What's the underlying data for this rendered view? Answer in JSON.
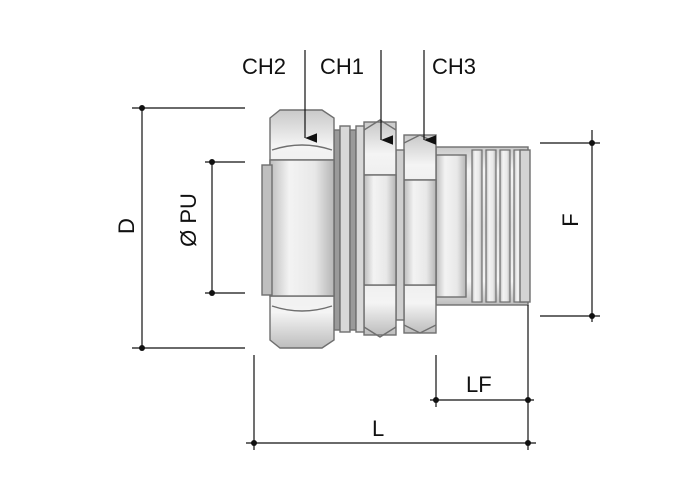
{
  "labels": {
    "ch2": "CH2",
    "ch1": "CH1",
    "ch3": "CH3",
    "d": "D",
    "pu": "Ø PU",
    "f": "F",
    "lf": "LF",
    "l": "L"
  },
  "colors": {
    "metal_light": "#f2f2f2",
    "metal_mid": "#d9d9d9",
    "metal_dark": "#a9a9a9",
    "outline": "#6f6f6f",
    "dimension": "#111111"
  }
}
